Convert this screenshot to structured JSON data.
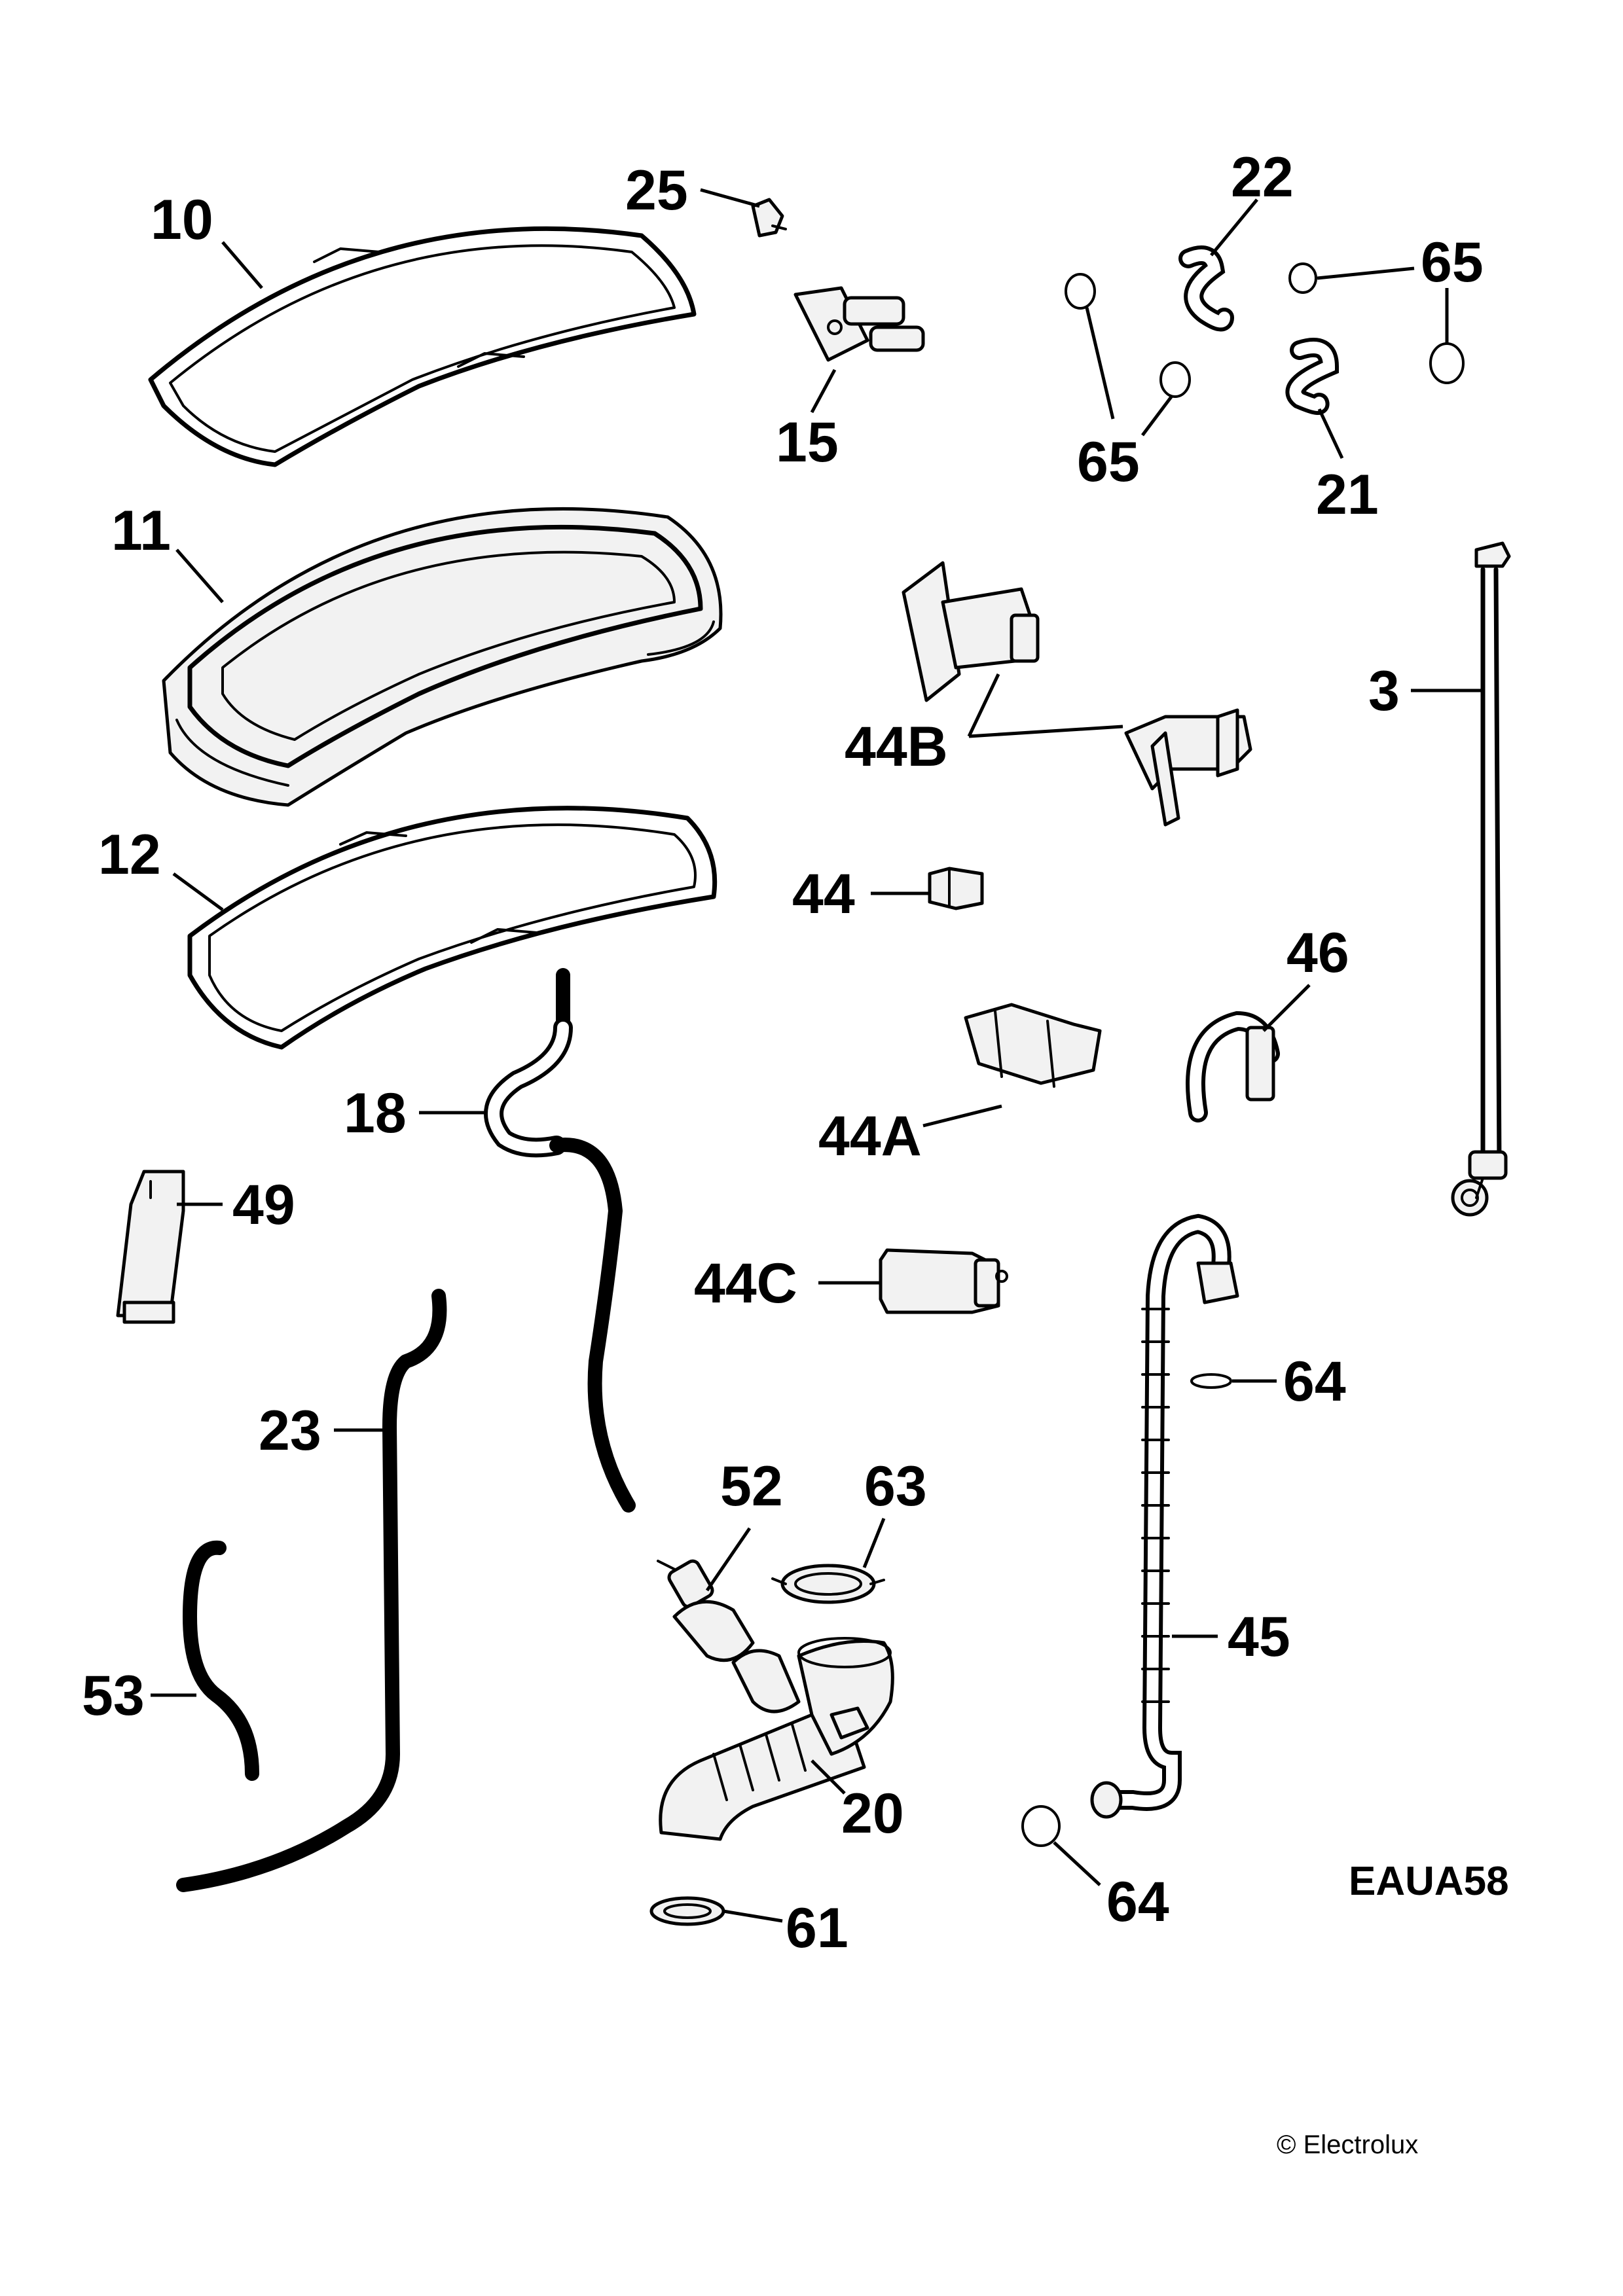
{
  "diagram": {
    "drawing_code": "EAUA58",
    "copyright": "© Electrolux",
    "labels": {
      "p10": "10",
      "p11": "11",
      "p12": "12",
      "p25": "25",
      "p15": "15",
      "p22": "22",
      "p65a": "65",
      "p65b": "65",
      "p21": "21",
      "p3": "3",
      "p44b": "44B",
      "p44": "44",
      "p46": "46",
      "p44a": "44A",
      "p18": "18",
      "p49": "49",
      "p44c": "44C",
      "p64a": "64",
      "p23": "23",
      "p52": "52",
      "p63": "63",
      "p45": "45",
      "p53": "53",
      "p20": "20",
      "p64b": "64",
      "p61": "61"
    }
  }
}
